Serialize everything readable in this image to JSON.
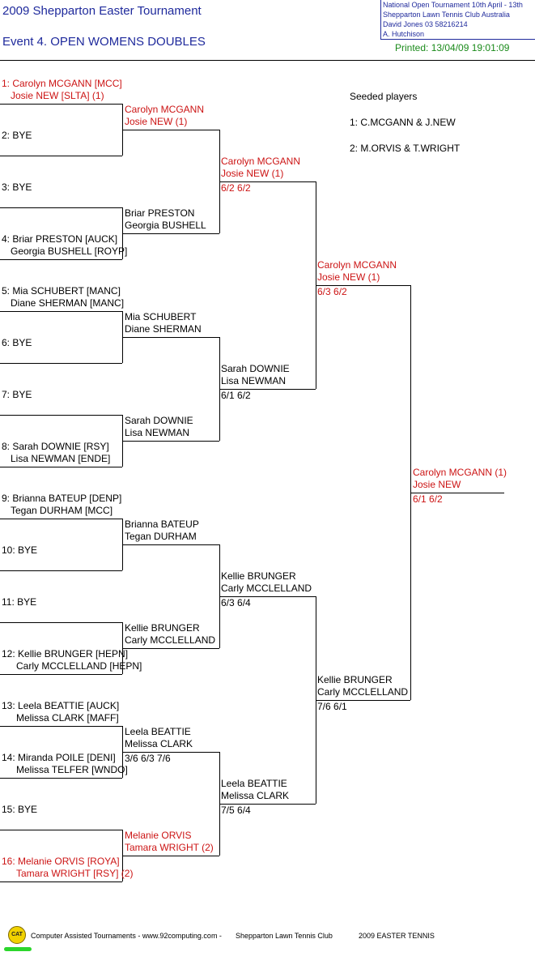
{
  "header": {
    "tournament": "2009 Shepparton Easter Tournament",
    "event": "Event 4. OPEN WOMENS DOUBLES",
    "info_lines": [
      "National Open Tournament   10th April - 13th",
      "Shepparton Lawn Tennis Club    Australia",
      "David Jones    03 58216214",
      "A. Hutchison"
    ],
    "printed": "Printed: 13/04/09 19:01:09"
  },
  "seeded": {
    "title": "Seeded players",
    "entries": [
      "1: C.MCGANN & J.NEW",
      "2: M.ORVIS & T.WRIGHT"
    ]
  },
  "colors": {
    "seed": "#cc1414",
    "title": "#1f2a9c",
    "printed": "#1a8a1a"
  },
  "round1": [
    {
      "l1": "1: Carolyn MCGANN [MCC]",
      "l2": "Josie NEW [SLTA] (1)",
      "seed": true
    },
    {
      "l1": "2: BYE",
      "l2": ""
    },
    {
      "l1": "3: BYE",
      "l2": ""
    },
    {
      "l1": "4: Briar PRESTON [AUCK]",
      "l2": "Georgia BUSHELL [ROYP]"
    },
    {
      "l1": "5: Mia SCHUBERT [MANC]",
      "l2": "Diane SHERMAN [MANC]"
    },
    {
      "l1": "6: BYE",
      "l2": ""
    },
    {
      "l1": "7: BYE",
      "l2": ""
    },
    {
      "l1": "8: Sarah DOWNIE [RSY]",
      "l2": "Lisa NEWMAN [ENDE]"
    },
    {
      "l1": "9: Brianna BATEUP [DENP]",
      "l2": "Tegan DURHAM [MCC]"
    },
    {
      "l1": "10: BYE",
      "l2": ""
    },
    {
      "l1": "11: BYE",
      "l2": ""
    },
    {
      "l1": "12: Kellie BRUNGER [HEPN]",
      "l2": "Carly MCCLELLAND [HEPN]"
    },
    {
      "l1": "13: Leela BEATTIE [AUCK]",
      "l2": "Melissa CLARK [MAFF]"
    },
    {
      "l1": "14: Miranda POILE [DENI]",
      "l2": "Melissa TELFER [WNDO]"
    },
    {
      "l1": "15: BYE",
      "l2": ""
    },
    {
      "l1": "16: Melanie ORVIS [ROYA]",
      "l2": "Tamara WRIGHT [RSY] (2)",
      "seed": true
    }
  ],
  "round2": [
    {
      "l1": "Carolyn MCGANN",
      "l2": "Josie NEW (1)",
      "score": "",
      "seed": true
    },
    {
      "l1": "Briar PRESTON",
      "l2": "Georgia BUSHELL",
      "score": ""
    },
    {
      "l1": "Mia SCHUBERT",
      "l2": "Diane SHERMAN",
      "score": ""
    },
    {
      "l1": "Sarah DOWNIE",
      "l2": "Lisa NEWMAN",
      "score": ""
    },
    {
      "l1": "Brianna BATEUP",
      "l2": "Tegan DURHAM",
      "score": ""
    },
    {
      "l1": "Kellie BRUNGER",
      "l2": "Carly MCCLELLAND",
      "score": ""
    },
    {
      "l1": "Leela BEATTIE",
      "l2": "Melissa CLARK",
      "score": "3/6 6/3 7/6"
    },
    {
      "l1": "Melanie ORVIS",
      "l2": "Tamara WRIGHT (2)",
      "score": "",
      "seed": true
    }
  ],
  "round3": [
    {
      "l1": "Carolyn MCGANN",
      "l2": "Josie NEW (1)",
      "score": "6/2 6/2",
      "seed": true
    },
    {
      "l1": "Sarah DOWNIE",
      "l2": "Lisa NEWMAN",
      "score": "6/1 6/2"
    },
    {
      "l1": "Kellie BRUNGER",
      "l2": "Carly MCCLELLAND",
      "score": "6/3 6/4"
    },
    {
      "l1": "Leela BEATTIE",
      "l2": "Melissa CLARK",
      "score": "7/5 6/4"
    }
  ],
  "round4": [
    {
      "l1": "Carolyn MCGANN",
      "l2": "Josie NEW (1)",
      "score": "6/3 6/2",
      "seed": true
    },
    {
      "l1": "Kellie BRUNGER",
      "l2": "Carly MCCLELLAND",
      "score": "7/6 6/1"
    }
  ],
  "final": {
    "l1": "Carolyn MCGANN (1)",
    "l2": "Josie NEW",
    "score": "6/1 6/2",
    "seed": true
  },
  "footer": {
    "logo_text": "CAT",
    "software": "Computer Assisted Tournaments - www.92computing.com -",
    "club": "Shepparton Lawn Tennis Club",
    "event": "2009 EASTER TENNIS"
  }
}
